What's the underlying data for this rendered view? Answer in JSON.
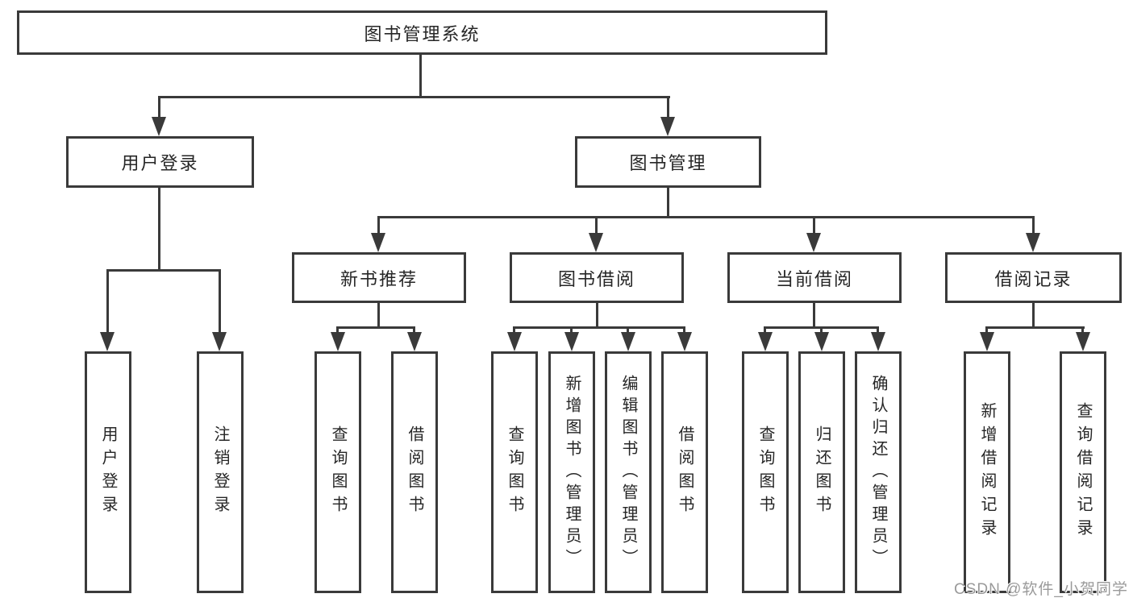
{
  "diagram": {
    "title": "图书管理系统",
    "root": {
      "label": "图书管理系统"
    },
    "level2": [
      {
        "label": "用户登录"
      },
      {
        "label": "图书管理"
      }
    ],
    "level3": [
      {
        "label": "新书推荐"
      },
      {
        "label": "图书借阅"
      },
      {
        "label": "当前借阅"
      },
      {
        "label": "借阅记录"
      }
    ],
    "leaves": {
      "user_login": [
        "用户登录",
        "注销登录"
      ],
      "new_books": [
        "查询图书",
        "借阅图书"
      ],
      "book_borrow": [
        "查询图书",
        "新增图书（管理员）",
        "编辑图书（管理员）",
        "借阅图书"
      ],
      "current_borrow": [
        "查询图书",
        "归还图书",
        "确认归还（管理员）"
      ],
      "borrow_records": [
        "新增借阅记录",
        "查询借阅记录"
      ]
    }
  },
  "watermark": {
    "text": "CSDN @软件_小贺同学"
  },
  "colors": {
    "line": "#3a3a3a",
    "text": "#262626",
    "background": "#ffffff",
    "watermark": "#9a9a9a"
  }
}
